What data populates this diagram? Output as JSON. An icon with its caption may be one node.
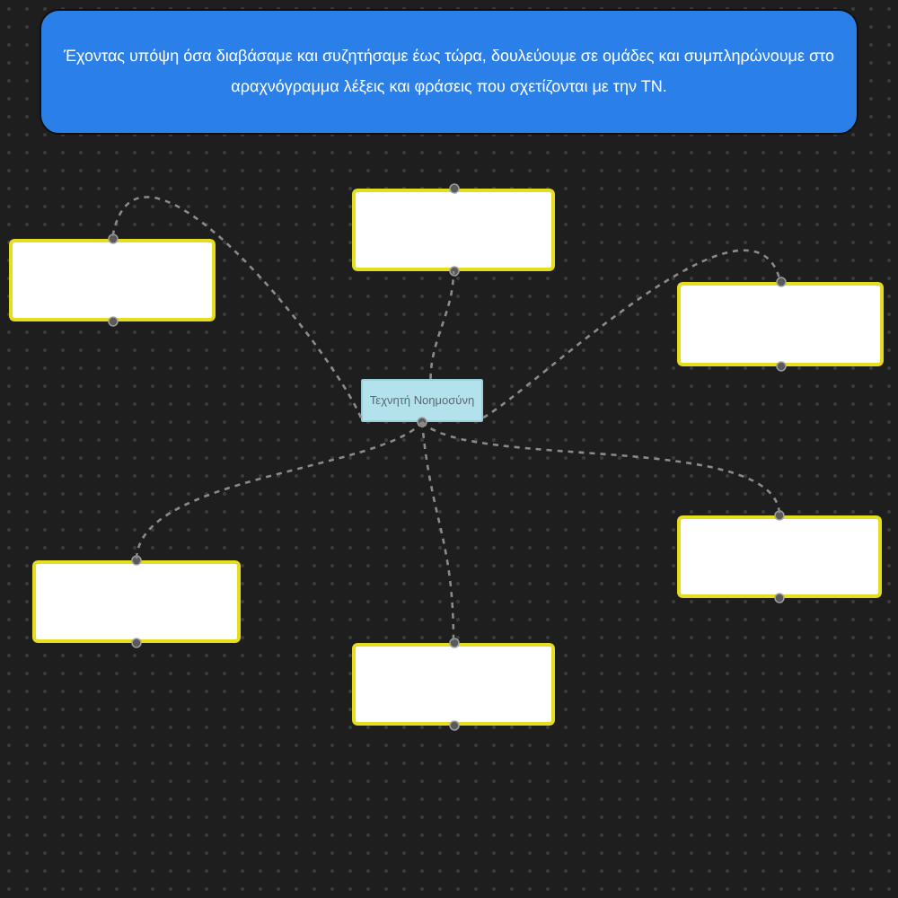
{
  "diagram": {
    "nodes": [
      {
        "text": [
          "Έχοντας υπόψη όσα διαβάσαμε και συζητήσαμε έως τώρα, δουλεύουμε σε ομάδες και συμπληρώνουμε στο αραχνόγραμμα λέξεις και φράσεις που σχετίζονται με την ΤΝ."
        ]
      },
      {
        "text": [],
        "shape": "box"
      },
      {
        "text": [],
        "shape": "box"
      },
      {
        "text": [],
        "shape": "box"
      },
      {
        "text": [
          "Τεχνητή Νοημοσύνη"
        ]
      },
      {
        "text": [],
        "shape": "box"
      },
      {
        "text": [],
        "shape": "box"
      },
      {
        "text": [],
        "shape": "box"
      }
    ],
    "edges": [
      {
        "from": 4,
        "to": 1,
        "arrow": "none",
        "style": "dashed"
      },
      {
        "from": 4,
        "to": 2,
        "arrow": "none",
        "style": "dashed"
      },
      {
        "from": 4,
        "to": 3,
        "arrow": "none",
        "style": "dashed"
      },
      {
        "from": 4,
        "to": 5,
        "arrow": "none",
        "style": "dashed"
      },
      {
        "from": 4,
        "to": 6,
        "arrow": "none",
        "style": "dashed"
      },
      {
        "from": 4,
        "to": 7,
        "arrow": "none",
        "style": "dashed"
      }
    ]
  }
}
